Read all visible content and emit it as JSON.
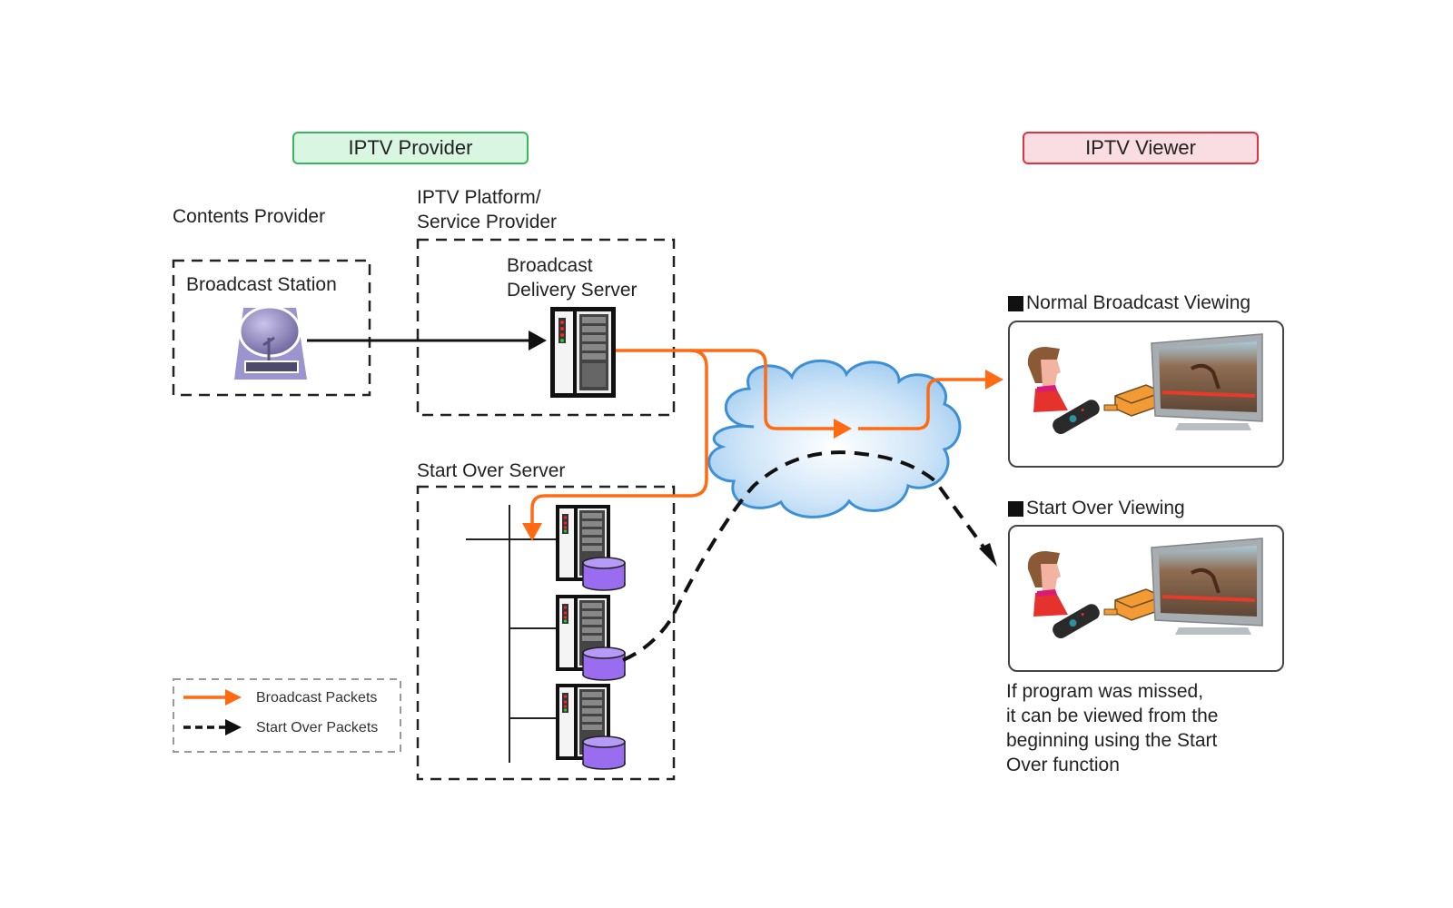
{
  "headers": {
    "provider": "IPTV Provider",
    "viewer": "IPTV Viewer"
  },
  "nodes": {
    "contents_provider": "Contents Provider",
    "broadcast_station": "Broadcast Station",
    "platform_line1": "IPTV Platform/",
    "platform_line2": "Service Provider",
    "delivery_server_line1": "Broadcast",
    "delivery_server_line2": "Delivery Server",
    "start_over_server": "Start Over Server"
  },
  "viewer_sections": {
    "normal": "Normal Broadcast Viewing",
    "start_over": "Start Over Viewing"
  },
  "note_lines": [
    "If program was missed,",
    "it can be viewed from the",
    "beginning using the Start",
    "Over function"
  ],
  "legend": {
    "broadcast": "Broadcast Packets",
    "start_over": "Start Over Packets"
  },
  "colors": {
    "broadcast_packets": "#ff6a13",
    "start_over_packets": "#111111",
    "provider_header": "#3bb55c",
    "viewer_header": "#e0343a",
    "storage": "#9a6cf0",
    "cloud": "#5aa8e6"
  },
  "icons": {
    "station": "satellite-dish-icon",
    "server": "server-rack-icon",
    "storage": "database-cylinder-icon",
    "network": "cloud-icon",
    "viewer": "person-icon",
    "remote": "remote-control-icon",
    "stb": "set-top-box-icon",
    "tv": "television-icon"
  }
}
